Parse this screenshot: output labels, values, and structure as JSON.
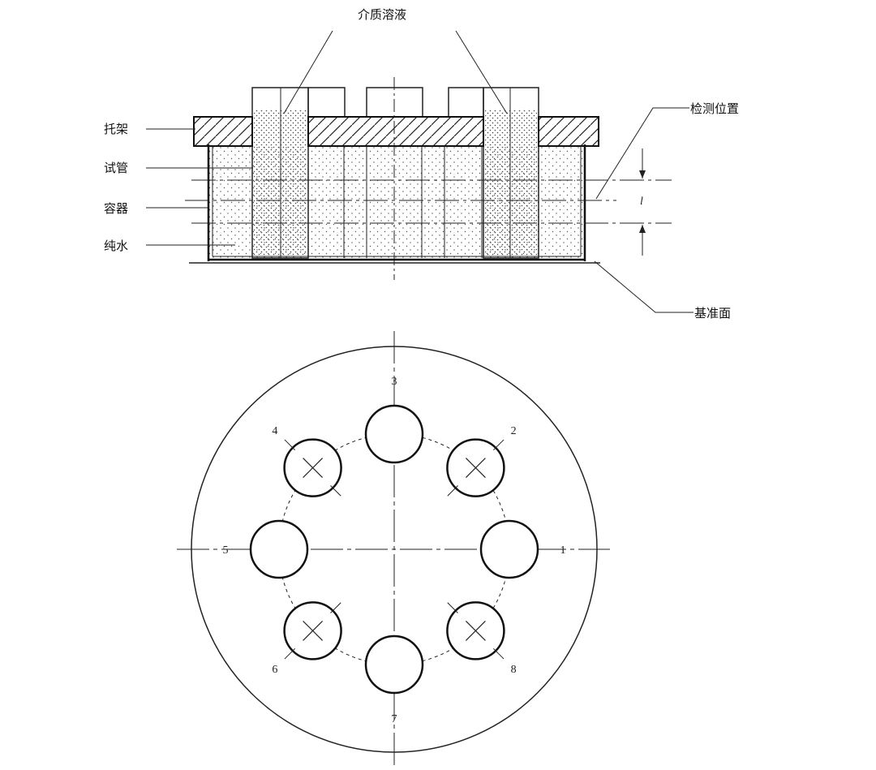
{
  "labels": {
    "medium_solution": "介质溶液",
    "bracket": "托架",
    "test_tube": "试管",
    "container": "容器",
    "pure_water": "纯水",
    "detection_position": "检测位置",
    "reference_plane": "基准面",
    "dimension": "l"
  },
  "positions": [
    {
      "id": "1",
      "label": "1",
      "cross": false
    },
    {
      "id": "2",
      "label": "2",
      "cross": true
    },
    {
      "id": "3",
      "label": "3",
      "cross": false
    },
    {
      "id": "4",
      "label": "4",
      "cross": true
    },
    {
      "id": "5",
      "label": "5",
      "cross": false
    },
    {
      "id": "6",
      "label": "6",
      "cross": true
    },
    {
      "id": "7",
      "label": "7",
      "cross": false
    },
    {
      "id": "8",
      "label": "8",
      "cross": true
    }
  ]
}
